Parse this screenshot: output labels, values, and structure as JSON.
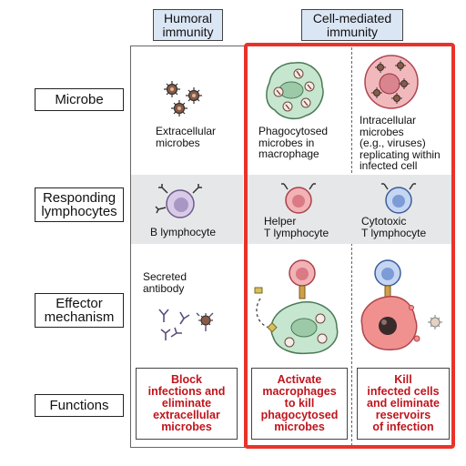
{
  "columns": {
    "humoral": "Humoral\nimmunity",
    "cell_mediated": "Cell-mediated\nimmunity"
  },
  "rows": {
    "microbe": "Microbe",
    "responding": "Responding\nlymphocytes",
    "effector": "Effector\nmechanism",
    "functions": "Functions"
  },
  "microbe_captions": {
    "extracellular": "Extracellular\nmicrobes",
    "phagocytosed": "Phagocytosed\nmicrobes in\nmacrophage",
    "intracellular": "Intracellular\nmicrobes\n(e.g., viruses)\nreplicating within\ninfected cell"
  },
  "lymphocyte_captions": {
    "b": "B lymphocyte",
    "helper": "Helper\nT lymphocyte",
    "cytotoxic": "Cytotoxic\nT lymphocyte"
  },
  "effector_captions": {
    "antibody": "Secreted\nantibody"
  },
  "functions": {
    "humoral": "Block\ninfections and\neliminate\nextracellular\nmicrobes",
    "helper": "Activate\nmacrophages\nto kill\nphagocytosed\nmicrobes",
    "cytotoxic": "Kill\ninfected cells\nand eliminate\nreservoirs\nof infection"
  },
  "colors": {
    "highlight_border": "#e8332b",
    "function_text": "#c0141c",
    "header_fill": "#dbe6f5",
    "band_fill": "#e6e7e8"
  }
}
